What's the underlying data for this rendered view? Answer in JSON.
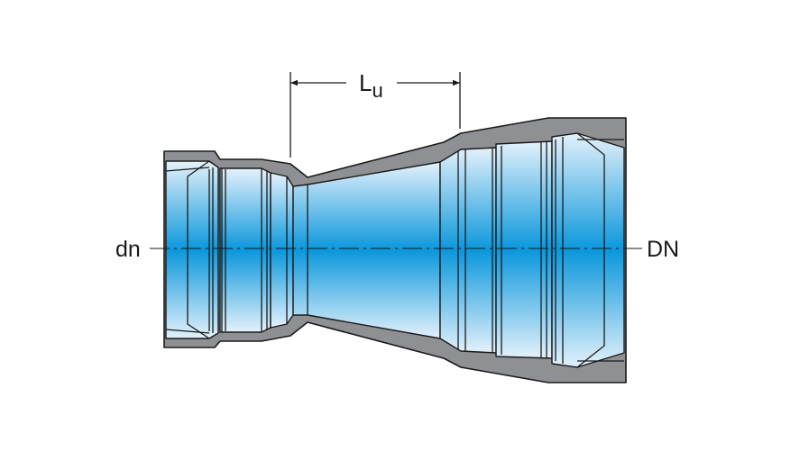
{
  "labels": {
    "length_symbol": "L",
    "length_subscript": "u",
    "small_diameter": "dn",
    "large_diameter": "DN"
  }
}
